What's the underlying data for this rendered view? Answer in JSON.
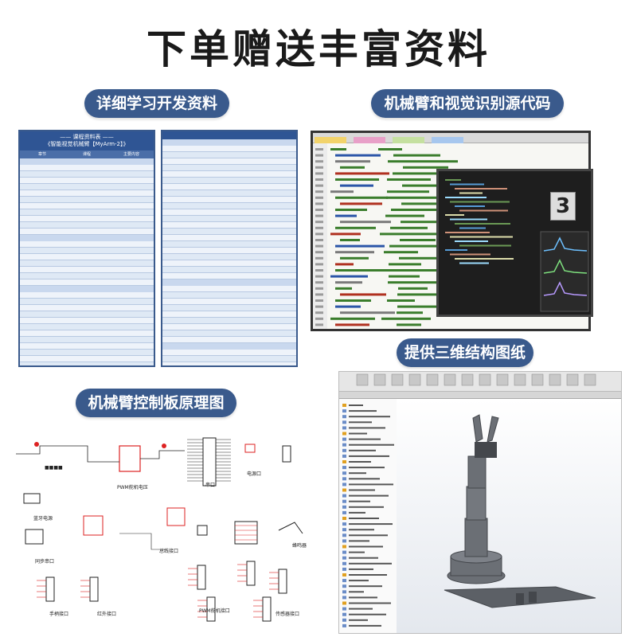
{
  "title": "下单赠送丰富资料",
  "sections": {
    "docs": {
      "label": "详细学习开发资料"
    },
    "code": {
      "label": "机械臂和视觉识别源代码"
    },
    "schematic": {
      "label": "机械臂控制板原理图"
    },
    "cad": {
      "label": "提供三维结构图纸"
    }
  },
  "doc_card": {
    "header_line1": "—— 课程资料表 ——",
    "header_line2": "《智能视觉机械臂【MyArm-2】》",
    "columns": [
      "章节",
      "课程",
      "主要内容"
    ]
  },
  "schematic_labels": [
    "PWM舵机电压",
    "串口",
    "电源口",
    "蓝牙电源",
    "总线接口",
    "同步串口",
    "蜂鸣器",
    "手柄接口",
    "红外接口",
    "PWM舵机接口",
    "传感器接口"
  ],
  "code_screen": {
    "digit": "3"
  },
  "colors": {
    "accent": "#3a5a8c",
    "doc_header": "#2f5594",
    "title": "#1a1a1a"
  }
}
